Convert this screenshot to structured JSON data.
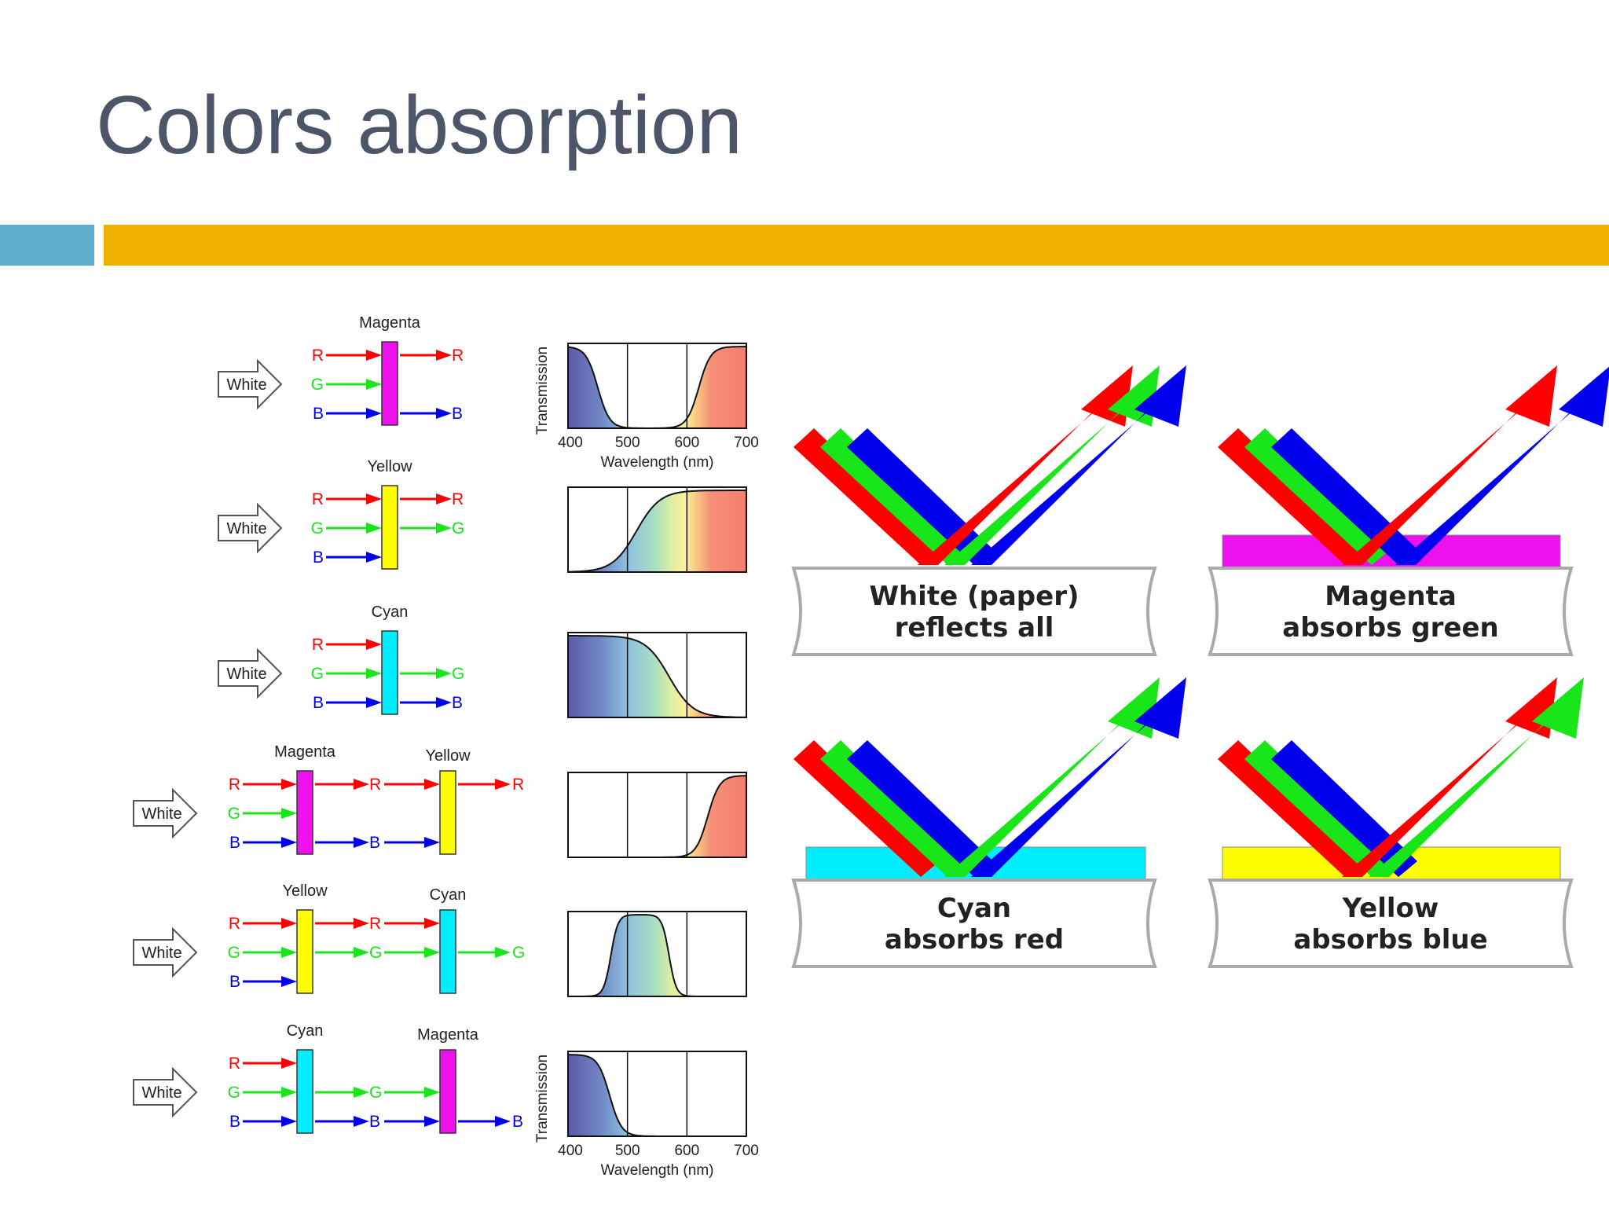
{
  "title": "Colors absorption",
  "colors": {
    "title": "#4d5668",
    "accent_blue": "#5fb0cc",
    "accent_orange": "#efb000",
    "red": "#ff0000",
    "green": "#19e619",
    "blue": "#0000ee",
    "magenta": "#ee11ee",
    "yellow": "#ffff00",
    "cyan": "#00eeff"
  },
  "filter_rows": [
    {
      "input": "White",
      "filters": [
        {
          "name": "Magenta",
          "color": "magenta"
        }
      ],
      "inputs": [
        "R",
        "G",
        "B"
      ],
      "outputs": [
        "R",
        "",
        "B"
      ],
      "mids": []
    },
    {
      "input": "White",
      "filters": [
        {
          "name": "Yellow",
          "color": "yellow"
        }
      ],
      "inputs": [
        "R",
        "G",
        "B"
      ],
      "outputs": [
        "R",
        "G",
        ""
      ],
      "mids": []
    },
    {
      "input": "White",
      "filters": [
        {
          "name": "Cyan",
          "color": "cyan"
        }
      ],
      "inputs": [
        "R",
        "G",
        "B"
      ],
      "outputs": [
        "",
        "G",
        "B"
      ],
      "mids": []
    },
    {
      "input": "White",
      "filters": [
        {
          "name": "Magenta",
          "color": "magenta"
        },
        {
          "name": "Yellow",
          "color": "yellow"
        }
      ],
      "inputs": [
        "R",
        "G",
        "B"
      ],
      "mids": [
        "R",
        "",
        "B"
      ],
      "outputs": [
        "R",
        "",
        ""
      ]
    },
    {
      "input": "White",
      "filters": [
        {
          "name": "Yellow",
          "color": "yellow"
        },
        {
          "name": "Cyan",
          "color": "cyan"
        }
      ],
      "inputs": [
        "R",
        "G",
        "B"
      ],
      "mids": [
        "R",
        "G",
        ""
      ],
      "outputs": [
        "",
        "G",
        ""
      ]
    },
    {
      "input": "White",
      "filters": [
        {
          "name": "Cyan",
          "color": "cyan"
        },
        {
          "name": "Magenta",
          "color": "magenta"
        }
      ],
      "inputs": [
        "R",
        "G",
        "B"
      ],
      "mids": [
        "",
        "G",
        "B"
      ],
      "outputs": [
        "",
        "",
        "B"
      ]
    }
  ],
  "spectra": {
    "ylabel": "Transmission",
    "xlabel": "Wavelength (nm)",
    "ticks": [
      "400",
      "500",
      "600",
      "700"
    ],
    "curves": [
      "magenta",
      "yellow",
      "cyan",
      "red",
      "green",
      "blue"
    ],
    "axes_shown_on_rows": [
      0,
      5
    ]
  },
  "reflection_panels": [
    {
      "line1": "White (paper)",
      "line2": "reflects all",
      "layer": "",
      "reflected": [
        "red",
        "green",
        "blue"
      ]
    },
    {
      "line1": "Magenta",
      "line2": "absorbs green",
      "layer": "magenta",
      "reflected": [
        "red",
        "blue"
      ]
    },
    {
      "line1": "Cyan",
      "line2": "absorbs red",
      "layer": "cyan",
      "reflected": [
        "green",
        "blue"
      ]
    },
    {
      "line1": "Yellow",
      "line2": "absorbs blue",
      "layer": "yellow",
      "reflected": [
        "red",
        "green"
      ]
    }
  ]
}
